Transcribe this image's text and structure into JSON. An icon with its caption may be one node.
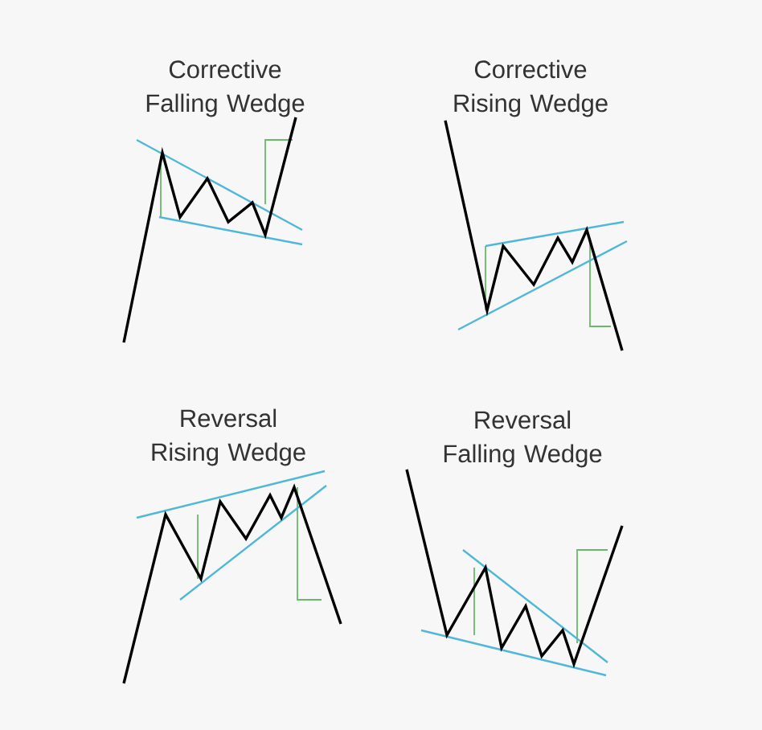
{
  "diagram": {
    "labels": [
      "Corrective Falling Wedge",
      "Corrective Rising Wedge",
      "Reversal Rising Wedge",
      "Reversal Falling Wedge"
    ]
  }
}
